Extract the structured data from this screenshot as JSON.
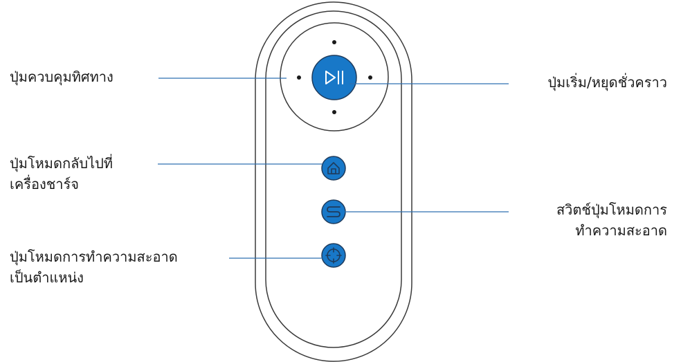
{
  "colors": {
    "button_fill": "#1878c8",
    "button_stroke": "#1f3b5c",
    "leader_line": "#2f6fb0",
    "outline": "#3a3a3a",
    "text": "#1a1a1a"
  },
  "buttons": {
    "play_pause_icon": "play-pause-icon",
    "home_icon": "home-icon",
    "mode_icon": "s-mode-icon",
    "spot_icon": "crosshair-icon"
  },
  "labels": {
    "direction": {
      "line1": "ปุ่มควบคุมทิศทาง"
    },
    "play_pause": {
      "line1": "ปุ่มเริ่ม/หยุดชั่วคราว"
    },
    "home": {
      "line1": "ปุ่มโหมดกลับไปที่",
      "line2": "เครื่องชาร์จ"
    },
    "mode_switch": {
      "line1": "สวิตช์ปุ่มโหมดการ",
      "line2": "ทำความสะอาด"
    },
    "spot_clean": {
      "line1": "ปุ่มโหมดการทำความสะอาด",
      "line2": "เป็นตำแหน่ง"
    }
  }
}
